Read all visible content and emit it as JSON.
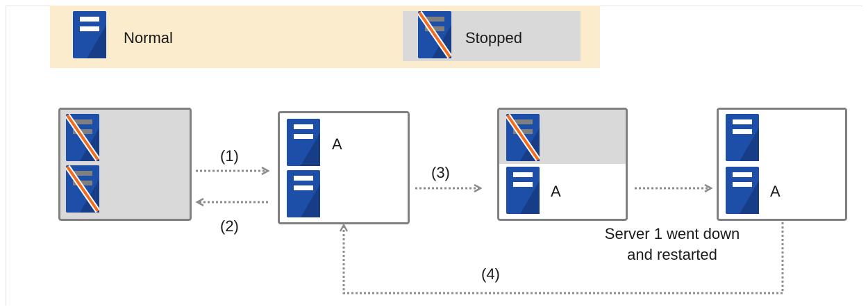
{
  "legend": {
    "normal_label": "Normal",
    "stopped_label": "Stopped"
  },
  "servers": {
    "resource_label": "A"
  },
  "steps": {
    "s1": "(1)",
    "s2": "(2)",
    "s3": "(3)",
    "s4": "(4)"
  },
  "caption": {
    "line1": "Server 1 went down",
    "line2": "and restarted"
  },
  "colors": {
    "legend_bg": "#fcecce",
    "stopped_bg": "#d9d9d9",
    "server_blue": "#1e4fa8",
    "stopped_slash": "#f26c1f",
    "arrow": "#8c8c8c",
    "box_border": "#808080"
  },
  "icons": {
    "normal": "server-icon",
    "stopped": "server-stopped-icon"
  }
}
